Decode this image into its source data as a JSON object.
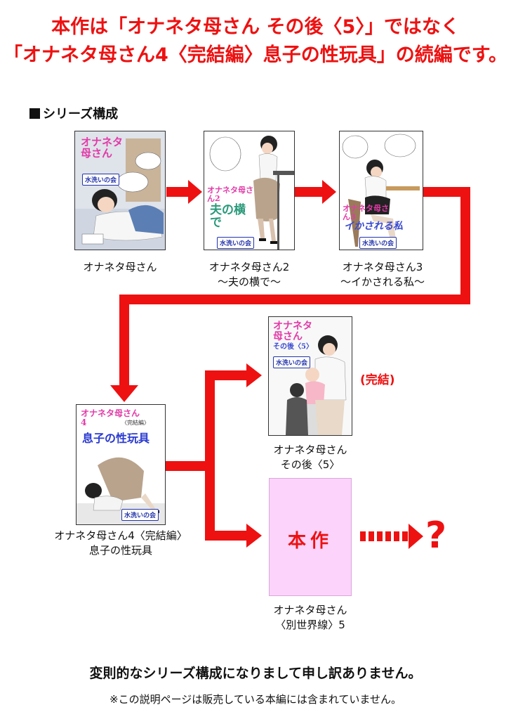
{
  "header": {
    "line1": "本作は「オナネタ母さん その後〈5〉」ではなく",
    "line2": "「オナネタ母さん4〈完結編〉息子の性玩具」の続編です。"
  },
  "section": {
    "title": "シリーズ構成"
  },
  "works": [
    {
      "cover_title": "オナネタ母さん",
      "cover_publisher": "水洗いの会",
      "caption_lines": [
        "オナネタ母さん"
      ]
    },
    {
      "cover_title": "オナネタ母さん2",
      "cover_subtitle": "夫の横で",
      "cover_publisher": "水洗いの会",
      "caption_lines": [
        "オナネタ母さん2",
        "〜夫の横で〜"
      ]
    },
    {
      "cover_title": "オナネタ母さん3",
      "cover_subtitle": "イかされる私",
      "cover_publisher": "水洗いの会",
      "caption_lines": [
        "オナネタ母さん3",
        "〜イかされる私〜"
      ]
    },
    {
      "cover_title": "オナネタ母さん4",
      "cover_tag": "〈完結編〉",
      "cover_subtitle": "息子の性玩具",
      "cover_publisher": "水洗いの会",
      "caption_lines": [
        "オナネタ母さん4〈完結編〉",
        "息子の性玩具"
      ]
    },
    {
      "cover_title": "オナネタ母さん",
      "cover_subtitle": "その後〈5〉",
      "cover_publisher": "水洗いの会",
      "caption_lines": [
        "オナネタ母さん",
        "その後〈5〉"
      ],
      "status_label": "(完結)"
    },
    {
      "placeholder_label": "本作",
      "caption_lines": [
        "オナネタ母さん",
        "〈別世界線〉5"
      ]
    }
  ],
  "unknown_mark": "?",
  "footer": {
    "line1": "変則的なシリーズ構成になりまして申し訳ありません。",
    "line2": "※この説明ページは販売している本編には含まれていません。"
  },
  "colors": {
    "accent": "#ee1111",
    "placeholder_bg": "#fbd3fb",
    "cover_title_pink": "#e23aa8",
    "publisher_blue": "#2233aa"
  }
}
